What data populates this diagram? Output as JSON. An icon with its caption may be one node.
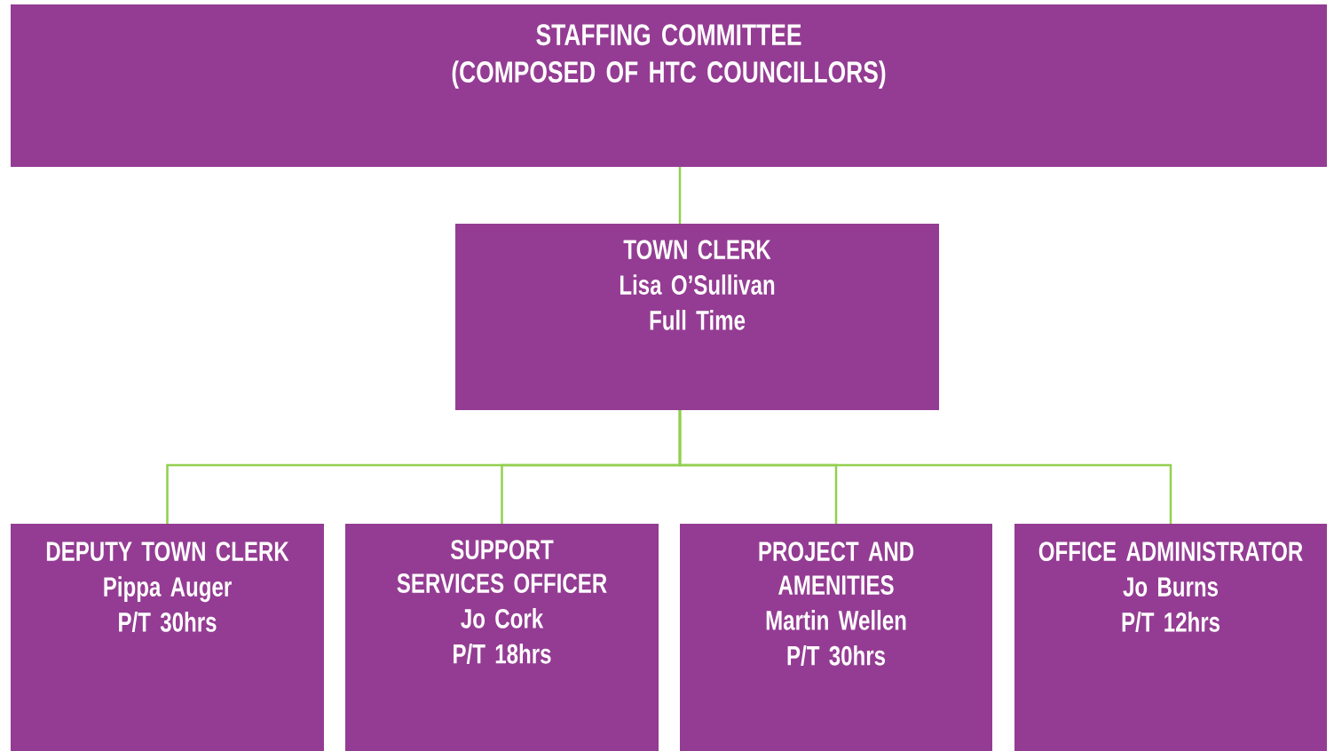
{
  "diagram": {
    "nodes": [
      {
        "text": [
          "STAFFING COMMITTEE",
          "(COMPOSED OF HTC COUNCILLORS)"
        ]
      },
      {
        "text": [
          "TOWN CLERK",
          "Lisa O’Sullivan",
          "Full Time"
        ]
      },
      {
        "text": [
          "DEPUTY TOWN CLERK",
          "Pippa Auger",
          "P/T 30hrs"
        ]
      },
      {
        "text": [
          "SUPPORT SERVICES OFFICER",
          "Jo Cork",
          "P/T 18hrs"
        ]
      },
      {
        "text": [
          "PROJECT AND AMENITIES",
          "Martin Wellen",
          "P/T 30hrs"
        ]
      },
      {
        "text": [
          "OFFICE ADMINISTRATOR",
          "Jo Burns",
          "P/T 12hrs"
        ]
      }
    ],
    "edges": [
      {
        "from": 0,
        "to": 1,
        "arrow": "none"
      },
      {
        "from": 1,
        "to": 2,
        "arrow": "none"
      },
      {
        "from": 1,
        "to": 3,
        "arrow": "none"
      },
      {
        "from": 1,
        "to": 4,
        "arrow": "none"
      },
      {
        "from": 1,
        "to": 5,
        "arrow": "none"
      }
    ]
  }
}
